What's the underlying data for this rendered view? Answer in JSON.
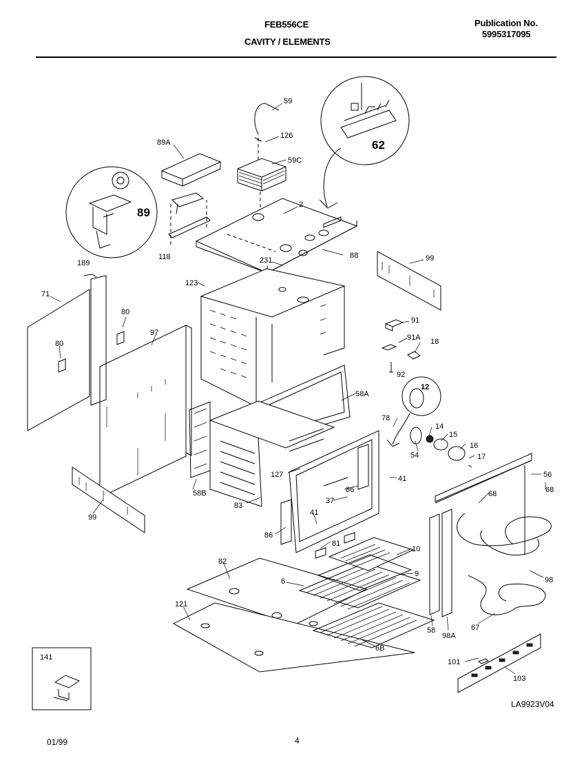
{
  "header": {
    "model": "FEB556CE",
    "section": "CAVITY / ELEMENTS",
    "publication_label": "Publication No.",
    "publication_number": "5995317095"
  },
  "footer": {
    "date": "01/99",
    "page": "4",
    "drawing_code": "LA9923V04"
  },
  "callouts": {
    "c59": "59",
    "c126": "126",
    "c59c": "59C",
    "c89a": "89A",
    "c89": "89",
    "c62": "62",
    "c2": "2",
    "c118": "118",
    "c231": "231",
    "c88": "88",
    "c99a": "99",
    "c189": "189",
    "c71": "71",
    "c123": "123",
    "c80a": "80",
    "c80b": "80",
    "c97": "97",
    "c91": "91",
    "c91a": "91A",
    "c18": "18",
    "c92": "92",
    "c12": "12",
    "c58a": "58A",
    "c78": "78",
    "c14": "14",
    "c15": "15",
    "c16": "16",
    "c17": "17",
    "c54": "54",
    "c127": "127",
    "c56": "56",
    "c68a": "68",
    "c68b": "68",
    "c41a": "41",
    "c86a": "86",
    "c37": "37",
    "c58b": "58B",
    "c83": "83",
    "c99b": "99",
    "c86b": "86",
    "c41b": "41",
    "c81": "81",
    "c10": "10",
    "c98": "98",
    "c82": "82",
    "c9": "9",
    "c6": "6",
    "c121": "121",
    "c58": "58",
    "c98a": "98A",
    "c67": "67",
    "c6b": "6B",
    "c141": "141",
    "c101": "101",
    "c103": "103"
  }
}
